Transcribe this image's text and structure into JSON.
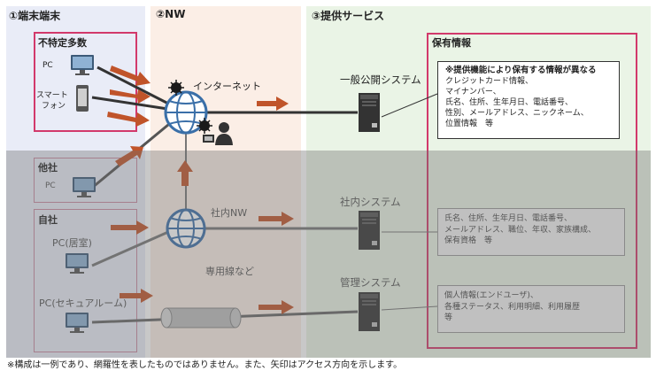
{
  "zones": {
    "terminal_title": "①端末端末",
    "network_title": "②NW",
    "service_title": "③提供サービス"
  },
  "terminal": {
    "group_label": "不特定多数",
    "pc_label": "PC",
    "smartphone_label_line1": "スマート",
    "smartphone_label_line2": "フォン"
  },
  "network": {
    "internet_label": "インターネット",
    "intranet_label": "社内NW",
    "leased_line_label": "専用線など"
  },
  "services": {
    "public_system": "一般公開システム",
    "internal_system": "社内システム",
    "management_system": "管理システム"
  },
  "held_info": {
    "title": "保有情報",
    "public_box": {
      "heading": "※提供機能により保有する情報が異なる",
      "lines": [
        "クレジットカード情報、",
        "マイナンバー、",
        "氏名、住所、生年月日、電話番号、",
        "性別、メールアドレス、ニックネーム、",
        "位置情報　等"
      ]
    },
    "internal_box": {
      "lines": [
        "氏名、住所、生年月日、電話番号、",
        "メールアドレス、職位、年収、家族構成、",
        "保有資格　等"
      ]
    },
    "management_box": {
      "lines": [
        "個人情報(エンドユーザ)、",
        "各種ステータス、利用明細、利用履歴",
        "等"
      ]
    }
  },
  "other_company": {
    "label": "他社",
    "pc_label": "PC"
  },
  "own_company": {
    "label": "自社",
    "pc_home_label": "PC(居室)",
    "pc_secure_label": "PC(セキュアルーム)"
  },
  "footnote": "※構成は一例であり、網羅性を表したものではありません。また、矢印はアクセス方向を示します。",
  "colors": {
    "terminal_zone_bg": "#e9ecf7",
    "network_zone_bg": "#fbeee6",
    "service_zone_bg": "#eaf4e6",
    "pink_border": "#d2396b",
    "arrow_orange": "#c0542a",
    "globe_blue": "#3a6fa8"
  }
}
